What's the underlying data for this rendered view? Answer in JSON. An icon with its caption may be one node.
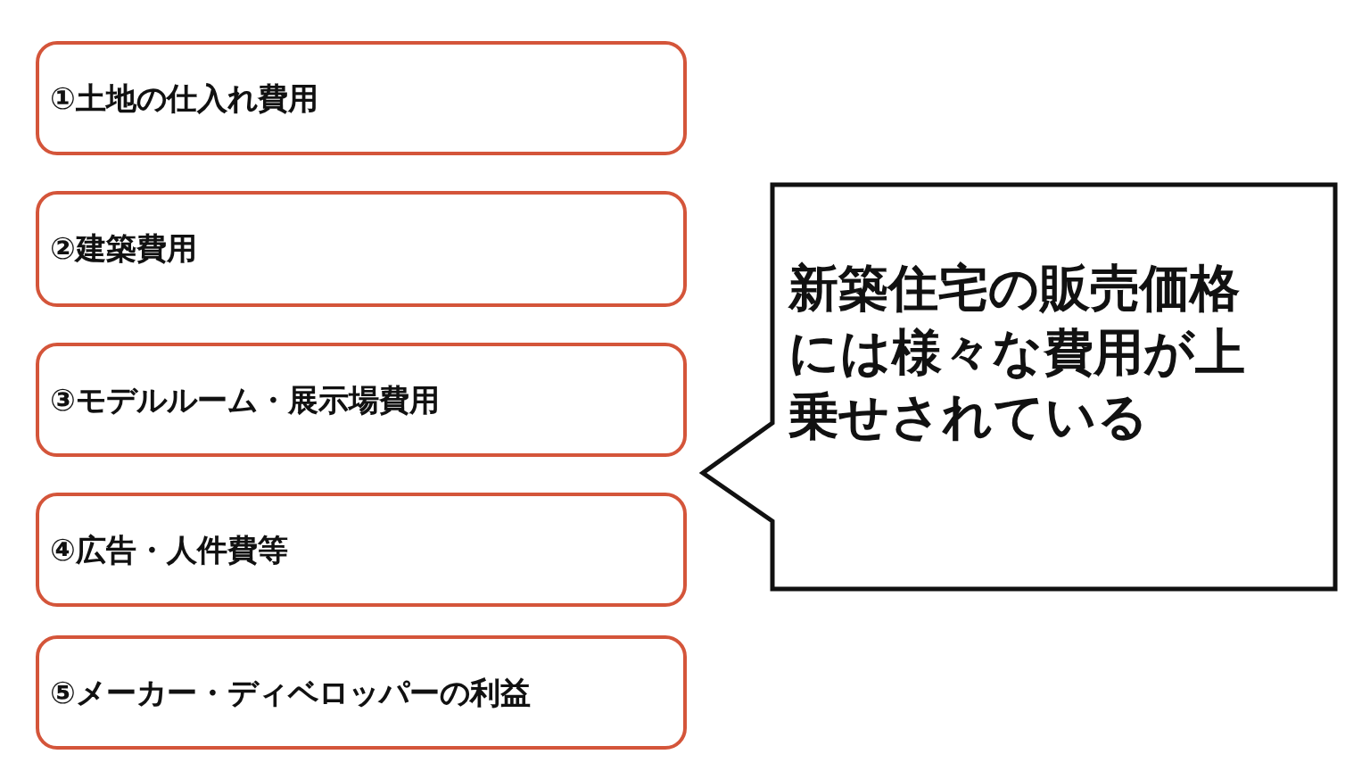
{
  "diagram": {
    "nodes": [
      {
        "text": [
          "①土地の仕入れ費用"
        ]
      },
      {
        "text": [
          "②建築費用"
        ]
      },
      {
        "text": [
          "③モデルルーム・展示場費用"
        ]
      },
      {
        "text": [
          "④広告・人件費等"
        ]
      },
      {
        "text": [
          "⑤メーカー・ディベロッパーの利益"
        ]
      },
      {
        "text": [
          "新築住宅の販売価格には様々な費用が上乗せされている"
        ]
      }
    ]
  }
}
